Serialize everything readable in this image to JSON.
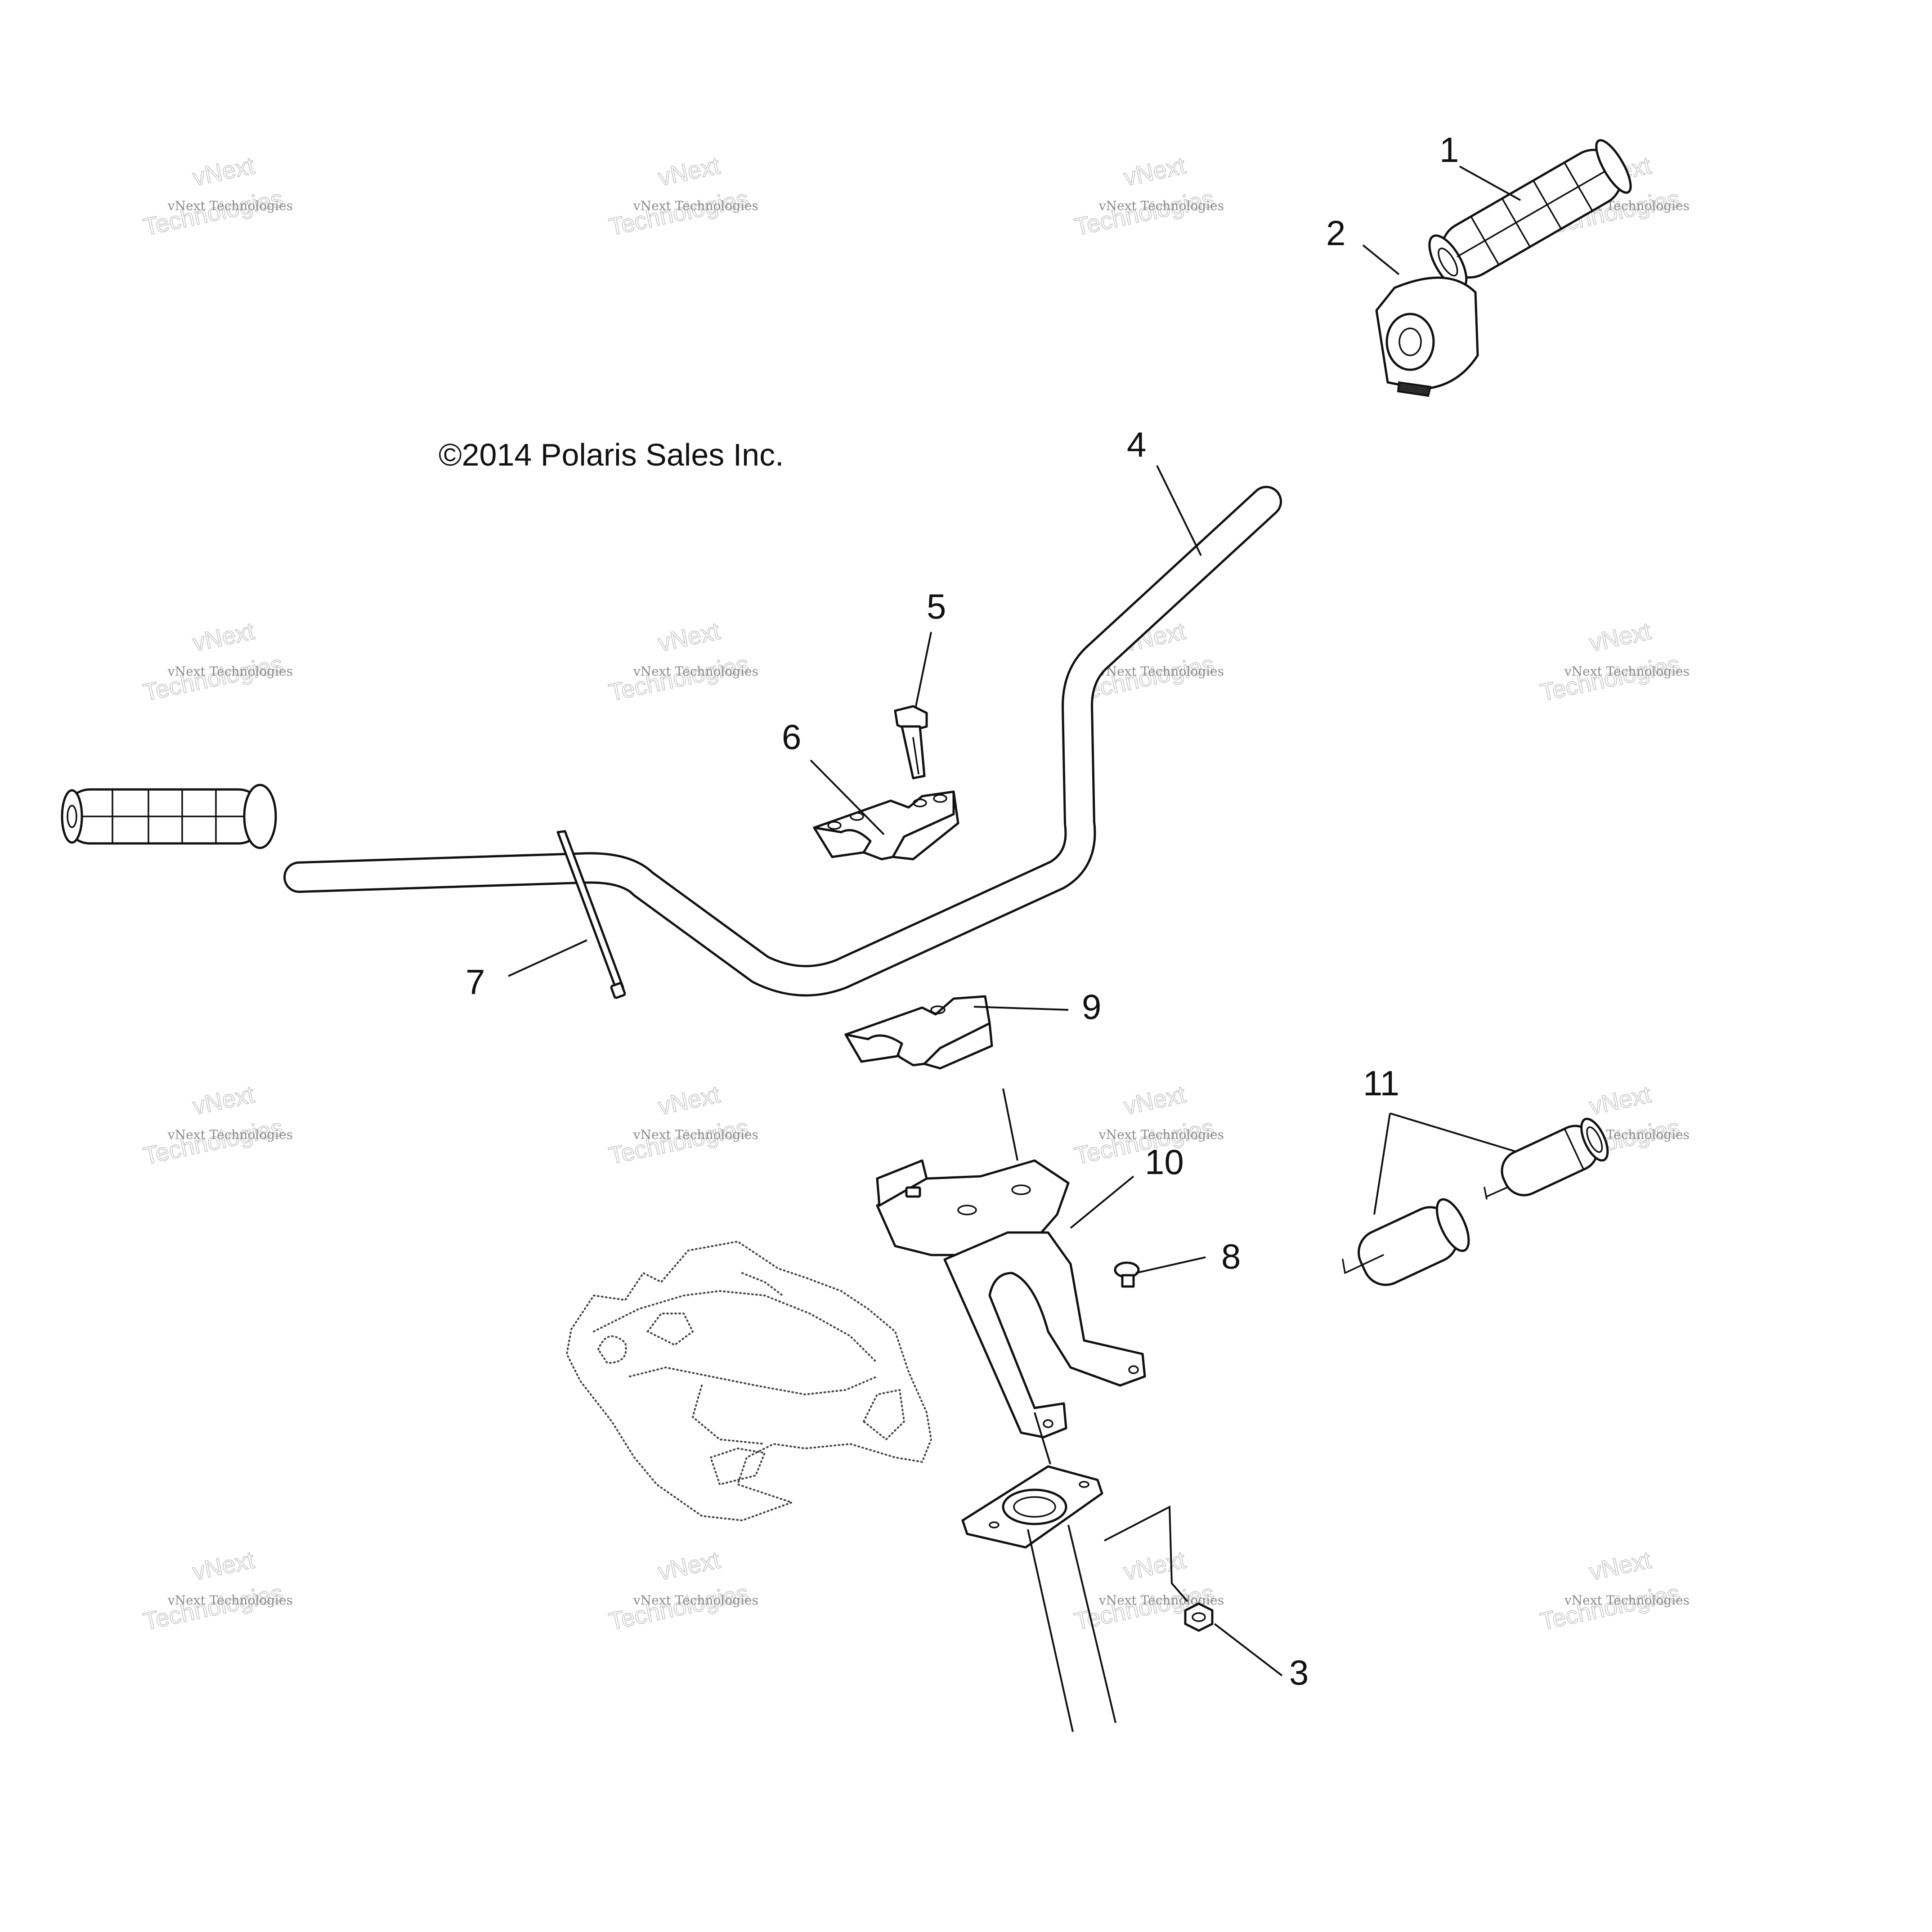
{
  "copyright": "©2014 Polaris Sales Inc.",
  "callouts": [
    {
      "id": "1",
      "label": "1"
    },
    {
      "id": "2",
      "label": "2"
    },
    {
      "id": "3",
      "label": "3"
    },
    {
      "id": "4",
      "label": "4"
    },
    {
      "id": "5",
      "label": "5"
    },
    {
      "id": "6",
      "label": "6"
    },
    {
      "id": "7",
      "label": "7"
    },
    {
      "id": "8",
      "label": "8"
    },
    {
      "id": "9",
      "label": "9"
    },
    {
      "id": "10",
      "label": "10"
    },
    {
      "id": "11",
      "label": "11"
    }
  ],
  "watermark": {
    "line_small": "vNext Technologies",
    "line_big_1": "vNext",
    "line_big_2": "Technologies"
  }
}
